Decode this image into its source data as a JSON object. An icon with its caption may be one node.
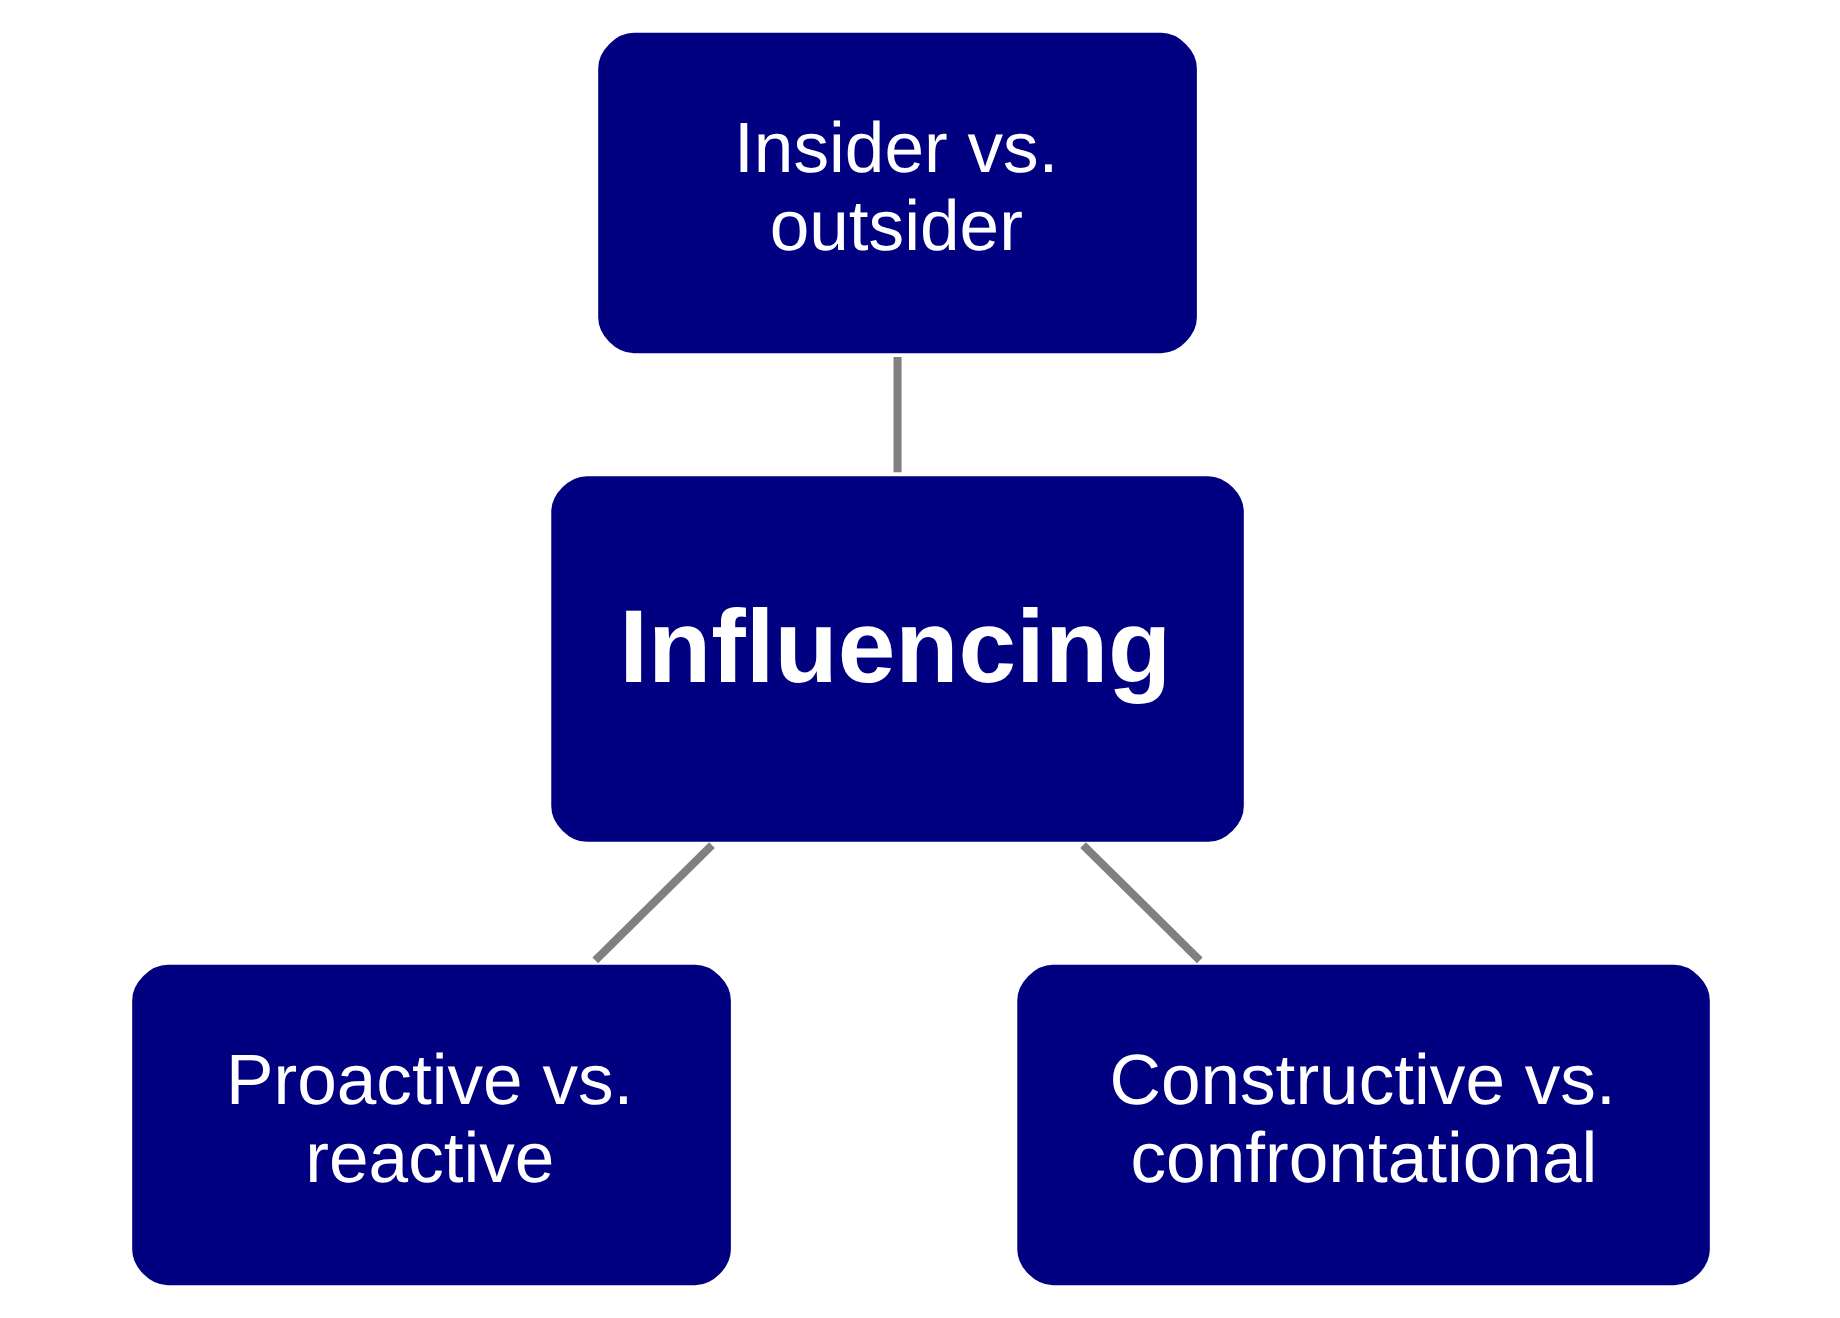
{
  "diagram": {
    "nodes": [
      {
        "text": [
          "Insider vs. outsider"
        ]
      },
      {
        "text": [
          "Influencing"
        ]
      },
      {
        "text": [
          "Proactive vs. reactive"
        ]
      },
      {
        "text": [
          "Constructive vs. confrontational"
        ]
      }
    ],
    "edges": [
      {
        "from": 0,
        "to": 1,
        "arrow": "none"
      },
      {
        "from": 1,
        "to": 2,
        "arrow": "none"
      },
      {
        "from": 1,
        "to": 3,
        "arrow": "none"
      }
    ]
  }
}
